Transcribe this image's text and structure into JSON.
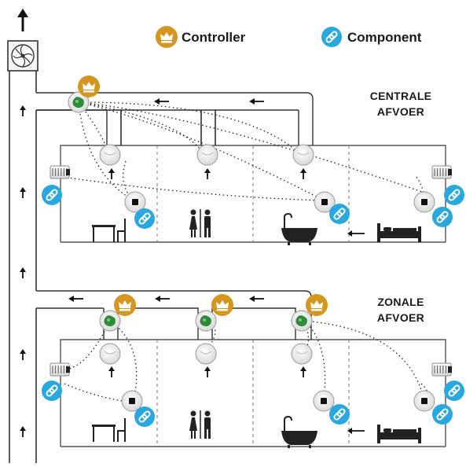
{
  "legend": {
    "controller_label": "Controller",
    "component_label": "Component",
    "controller_icon": "crown-icon",
    "component_icon": "link-icon"
  },
  "sections": [
    {
      "title_line1": "CENTRALE",
      "title_line2": "AFVOER"
    },
    {
      "title_line1": "ZONALE",
      "title_line2": "AFVOER"
    }
  ],
  "colors": {
    "controller_badge": "#d4961e",
    "component_badge": "#29a8e0",
    "valve_green": "#2e8b3a",
    "lines": "#333333"
  },
  "room_icons": [
    "desk-chair-icon",
    "toilet-icon",
    "bathtub-icon",
    "bed-icon"
  ]
}
